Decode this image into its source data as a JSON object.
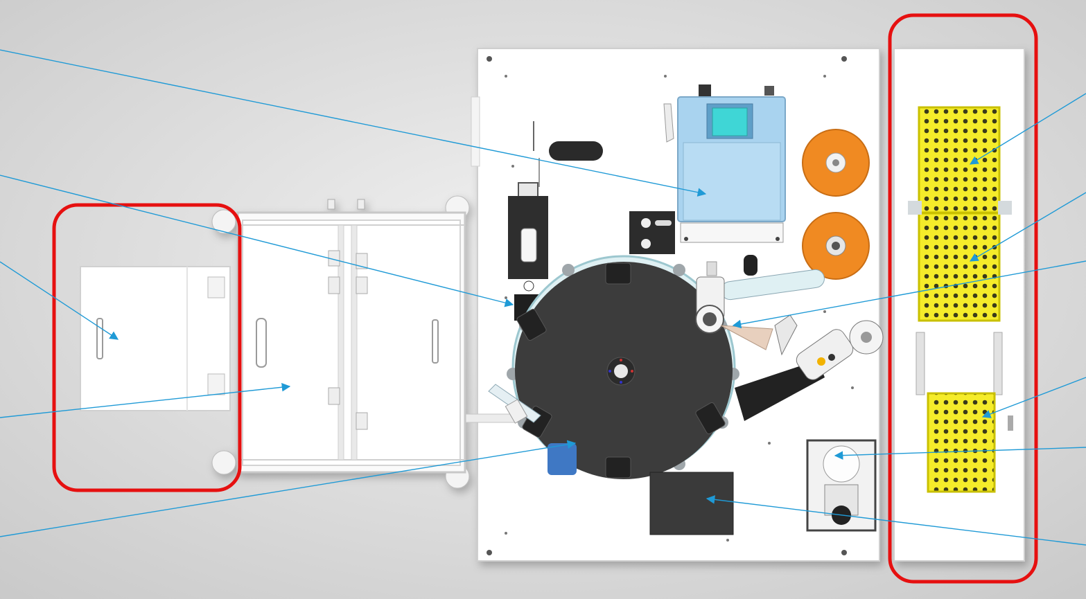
{
  "colors": {
    "background": "#d6d6d6",
    "plate": "#ffffff",
    "callout_line": "#1f9ad6",
    "highlight_box": "#e61010",
    "turntable": "#3c3c3c",
    "tray": "#f5ec2a",
    "label_reel": "#f08a22",
    "printer_body": "#a9d3ef",
    "printer_screen": "#3fd6d6",
    "dark_part": "#2f2f2f"
  },
  "components": [
    {
      "name": "label-printer",
      "icon": "printer-icon"
    },
    {
      "name": "vial-gripper",
      "icon": "gripper-icon"
    },
    {
      "name": "loading-drawer",
      "icon": "drawer-icon"
    },
    {
      "name": "cabinet-door",
      "icon": "door-icon"
    },
    {
      "name": "rotary-turntable",
      "icon": "turntable-icon"
    },
    {
      "name": "input-rack-upper",
      "icon": "rack-icon"
    },
    {
      "name": "input-rack-lower",
      "icon": "rack-icon"
    },
    {
      "name": "labeling-head",
      "icon": "applicator-icon"
    },
    {
      "name": "output-rack",
      "icon": "rack-icon"
    },
    {
      "name": "capper",
      "icon": "capper-icon"
    },
    {
      "name": "control-box",
      "icon": "box-icon"
    }
  ],
  "highlights": [
    "loading-drawer-zone",
    "rack-storage-zone"
  ]
}
